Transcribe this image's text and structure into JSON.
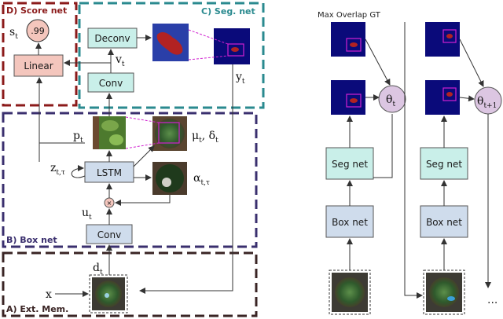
{
  "regions": {
    "score_net": "D) Score net",
    "seg_net": "C) Seg. net",
    "box_net": "B) Box net",
    "ext_mem": "A) Ext. Mem."
  },
  "modules": {
    "linear": "Linear",
    "deconv": "Deconv",
    "conv_seg": "Conv",
    "lstm": "LSTM",
    "conv_box": "Conv",
    "multiply": "×"
  },
  "symbols": {
    "s": "s",
    "s_sub": "t",
    "score_value": ".99",
    "v": "v",
    "v_sub": "t",
    "y": "y",
    "y_sub": "t",
    "p": "p",
    "p_sub": "t",
    "mu_delta": "μ",
    "mu_sub": "t",
    "delta": ", δ",
    "delta_sub": "t",
    "z": "z",
    "z_sub": "t,τ",
    "alpha": "α",
    "alpha_sub": "t,τ",
    "u": "u",
    "u_sub": "t",
    "d": "d",
    "d_sub": "t",
    "x": "x"
  },
  "right_panel": {
    "title": "Max Overlap GT",
    "seg_net_1": "Seg net",
    "box_net_1": "Box net",
    "seg_net_2": "Seg net",
    "box_net_2": "Box net",
    "theta_1": "θ",
    "theta_1_sub": "t",
    "theta_2": "θ",
    "theta_2_sub": "t+1",
    "ellipsis": "..."
  },
  "colors": {
    "score_dash": "#8b1a1a",
    "seg_dash": "#2a8a8f",
    "box_dash": "#3a2f6e",
    "mem_dash": "#3a2424",
    "linear_fill": "#f4c6bd",
    "cyan_fill": "#c9efe9",
    "blue_fill": "#cfdcec",
    "theta_fill": "#dcc6e2",
    "navy": "#0a0a7a",
    "magenta": "#d020d0",
    "red_blob": "#b22222"
  }
}
